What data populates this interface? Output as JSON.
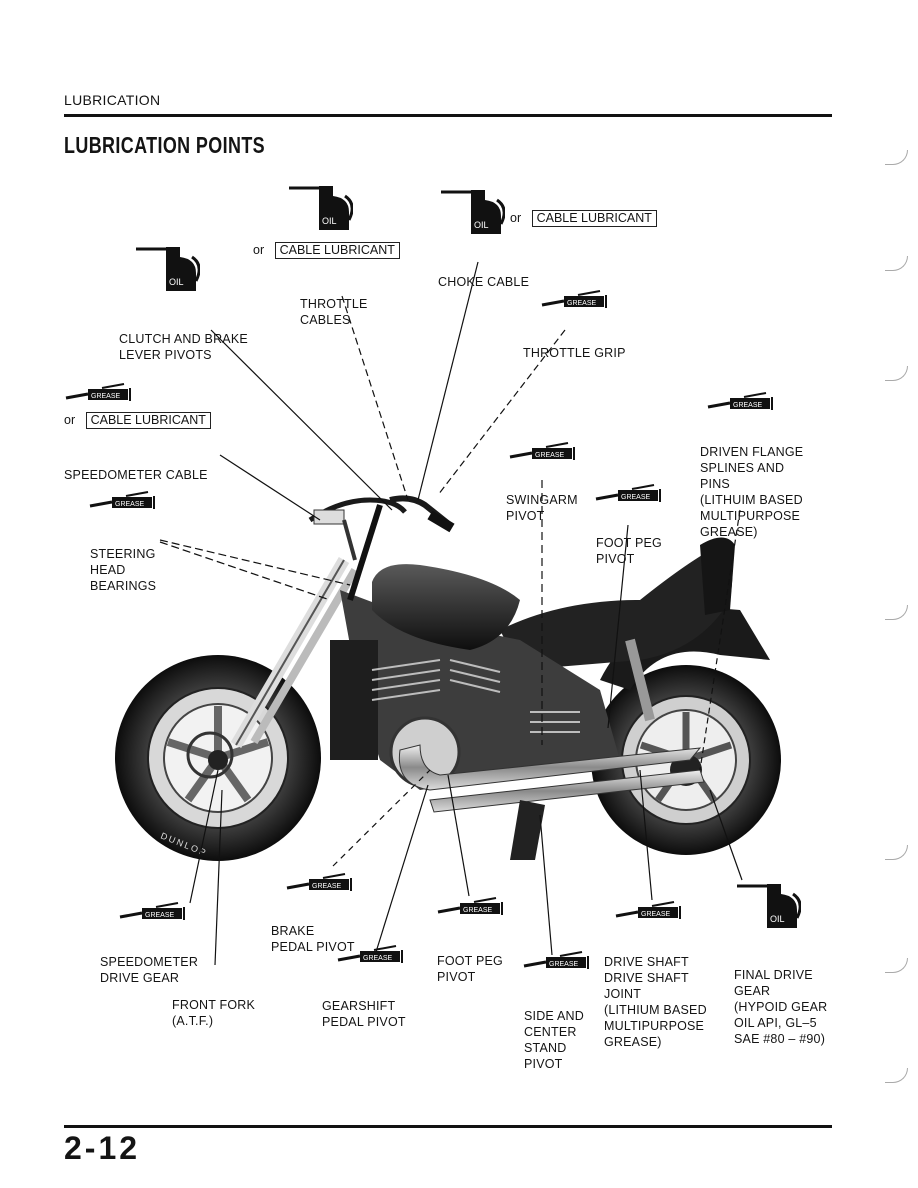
{
  "header": {
    "section": "LUBRICATION",
    "title": "LUBRICATION POINTS"
  },
  "footer": {
    "page_number": "2-12"
  },
  "icons": {
    "oil_can_text": "OIL",
    "grease_gun_text": "GREASE"
  },
  "common": {
    "or": "or",
    "cable_lubricant": "CABLE LUBRICANT"
  },
  "labels": {
    "throttle_cables": [
      "THROTTLE",
      "CABLES"
    ],
    "choke_cable": [
      "CHOKE CABLE"
    ],
    "clutch_brake_lever_pivots": [
      "CLUTCH AND BRAKE",
      "LEVER PIVOTS"
    ],
    "throttle_grip": [
      "THROTTLE GRIP"
    ],
    "speedometer_cable": [
      "SPEEDOMETER CABLE"
    ],
    "driven_flange": [
      "DRIVEN FLANGE",
      "SPLINES AND",
      "PINS",
      "(LITHUIM BASED",
      "MULTIPURPOSE",
      "GREASE)"
    ],
    "swingarm_pivot": [
      "SWINGARM",
      "PIVOT"
    ],
    "foot_peg_pivot_rear": [
      "FOOT PEG",
      "PIVOT"
    ],
    "steering_head_bearings": [
      "STEERING",
      "HEAD",
      "BEARINGS"
    ],
    "brake_pedal_pivot": [
      "BRAKE",
      "PEDAL PIVOT"
    ],
    "speedometer_drive_gear": [
      "SPEEDOMETER",
      "DRIVE GEAR"
    ],
    "front_fork": [
      "FRONT FORK",
      "(A.T.F.)"
    ],
    "gearshift_pedal_pivot": [
      "GEARSHIFT",
      "PEDAL PIVOT"
    ],
    "foot_peg_pivot_front": [
      "FOOT PEG",
      "PIVOT"
    ],
    "side_center_stand_pivot": [
      "SIDE AND",
      "CENTER",
      "STAND",
      "PIVOT"
    ],
    "drive_shaft": [
      "DRIVE SHAFT",
      "DRIVE SHAFT",
      "JOINT",
      "(LITHIUM BASED",
      "MULTIPURPOSE",
      "GREASE)"
    ],
    "final_drive_gear": [
      "FINAL DRIVE",
      "GEAR",
      "(HYPOID GEAR",
      "OIL API, GL–5",
      "SAE #80 – #90)"
    ]
  },
  "tire_text": "DUNLOP"
}
